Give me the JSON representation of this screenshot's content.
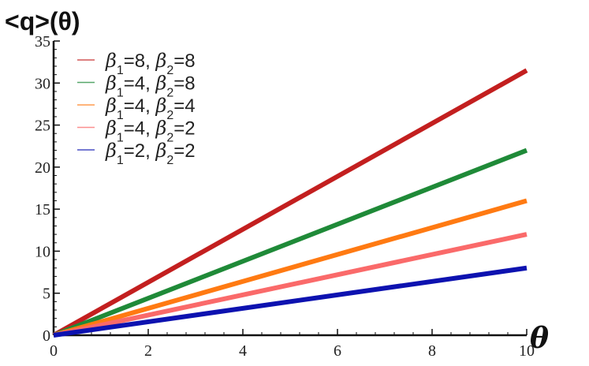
{
  "chart_data": {
    "type": "line",
    "title": "",
    "ylabel": "<q>(θ)",
    "xlabel": "θ",
    "xlim": [
      0,
      10
    ],
    "ylim": [
      0,
      35
    ],
    "x_ticks": [
      0,
      2,
      4,
      6,
      8,
      10
    ],
    "y_ticks": [
      0,
      5,
      10,
      15,
      20,
      25,
      30,
      35
    ],
    "grid": false,
    "legend_position": "top-left",
    "series": [
      {
        "name": "β1=8, β2=8",
        "legend": {
          "beta": "β",
          "s1": "1",
          "v1": "=8, ",
          "s2": "2",
          "v2": "=8"
        },
        "color": "#c31f1f",
        "x": [
          0,
          10
        ],
        "y": [
          0,
          31.5
        ]
      },
      {
        "name": "β1=4, β2=8",
        "legend": {
          "beta": "β",
          "s1": "1",
          "v1": "=4, ",
          "s2": "2",
          "v2": "=8"
        },
        "color": "#1f8a38",
        "x": [
          0,
          10
        ],
        "y": [
          0,
          22
        ]
      },
      {
        "name": "β1=4, β2=4",
        "legend": {
          "beta": "β",
          "s1": "1",
          "v1": "=4, ",
          "s2": "2",
          "v2": "=4"
        },
        "color": "#ff7a12",
        "x": [
          0,
          10
        ],
        "y": [
          0,
          16
        ]
      },
      {
        "name": "β1=4, β2=2",
        "legend": {
          "beta": "β",
          "s1": "1",
          "v1": "=4, ",
          "s2": "2",
          "v2": "=2"
        },
        "color": "#fa6a6a",
        "x": [
          0,
          10
        ],
        "y": [
          0,
          12
        ]
      },
      {
        "name": "β1=2, β2=2",
        "legend": {
          "beta": "β",
          "s1": "1",
          "v1": "=2, ",
          "s2": "2",
          "v2": "=2"
        },
        "color": "#0d12b0",
        "x": [
          0,
          10
        ],
        "y": [
          0,
          8
        ]
      }
    ]
  }
}
